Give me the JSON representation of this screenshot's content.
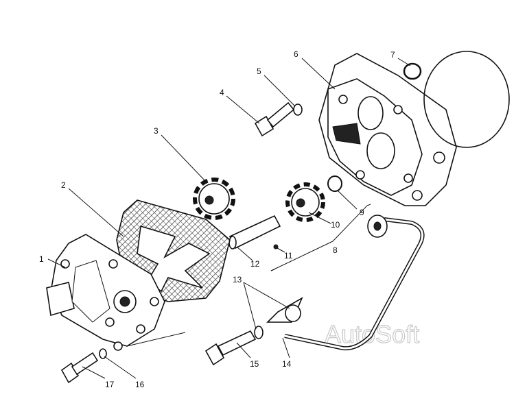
{
  "diagram": {
    "labels": [
      "1",
      "2",
      "3",
      "4",
      "5",
      "6",
      "7",
      "8",
      "9",
      "10",
      "11",
      "12",
      "13",
      "14",
      "15",
      "16",
      "17"
    ],
    "watermark": "AutoSoft"
  }
}
